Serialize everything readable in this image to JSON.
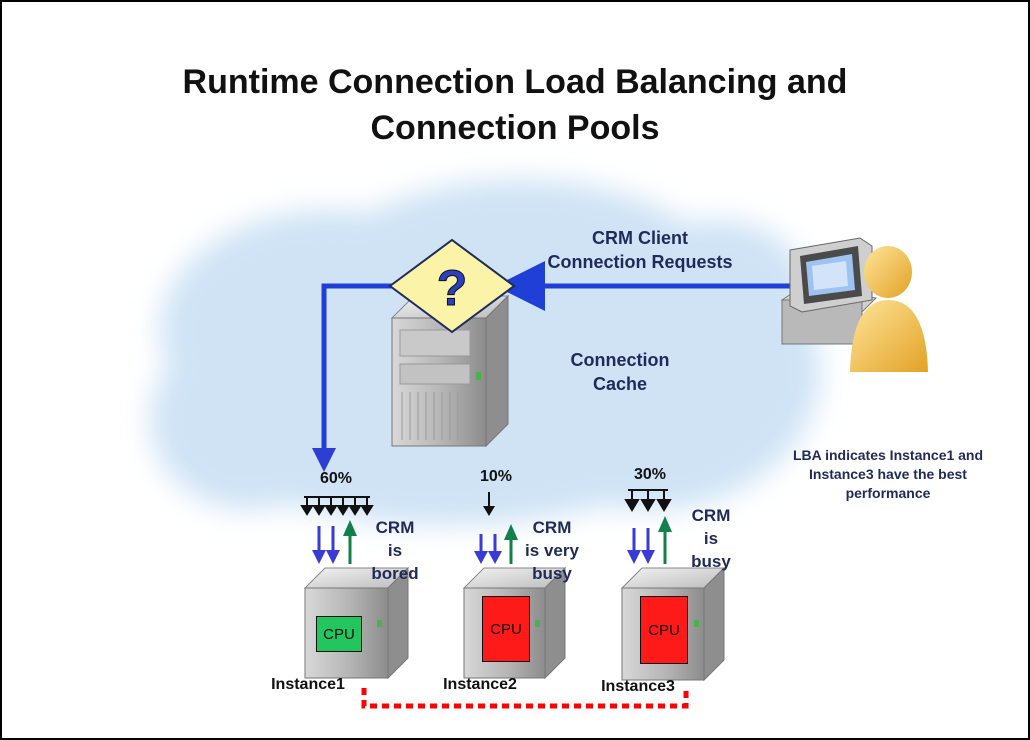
{
  "title": {
    "line1": "Runtime Connection Load Balancing and",
    "line2": "Connection Pools"
  },
  "client_requests": {
    "line1": "CRM Client",
    "line2": "Connection Requests"
  },
  "cache": {
    "line1": "Connection",
    "line2": "Cache",
    "decision_symbol": "?"
  },
  "note": "LBA indicates Instance1 and Instance3 have the best performance",
  "instances": [
    {
      "name": "Instance1",
      "percent": "60%",
      "status": [
        "CRM",
        "is",
        "bored"
      ],
      "cpu_label": "CPU",
      "cpu_color": "#22c55e",
      "incoming_arrows": 6
    },
    {
      "name": "Instance2",
      "percent": "10%",
      "status": [
        "CRM",
        "is very",
        "busy"
      ],
      "cpu_label": "CPU",
      "cpu_color": "#ff1a1a",
      "incoming_arrows": 1
    },
    {
      "name": "Instance3",
      "percent": "30%",
      "status": [
        "CRM",
        "is",
        "busy"
      ],
      "cpu_label": "CPU",
      "cpu_color": "#ff1a1a",
      "incoming_arrows": 3
    }
  ],
  "colors": {
    "cloud": "#cfe3f5",
    "request_arrow": "#1f3fd6",
    "return_arrow": "#12804a",
    "link": "#ff0000",
    "diamond": "#fbf3a7",
    "text": "#1f2a5a"
  },
  "icons": [
    "user-computer-icon",
    "server-icon",
    "question-diamond-icon",
    "cpu-icon"
  ]
}
